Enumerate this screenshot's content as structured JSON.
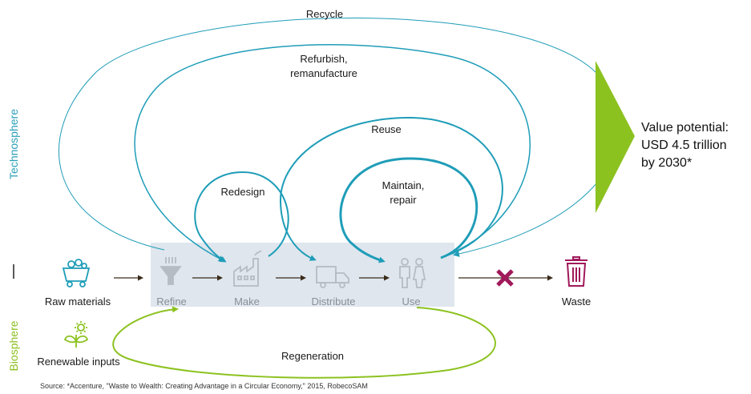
{
  "side_labels": {
    "technosphere": "Technosphere",
    "biosphere": "Biosphere"
  },
  "loops": {
    "recycle": "Recycle",
    "refurbish_1": "Refurbish,",
    "refurbish_2": "remanufacture",
    "reuse": "Reuse",
    "redesign": "Redesign",
    "maintain_1": "Maintain,",
    "maintain_2": "repair",
    "regeneration": "Regeneration"
  },
  "nodes": {
    "raw": "Raw materials",
    "refine": "Refine",
    "make": "Make",
    "distribute": "Distribute",
    "use": "Use",
    "waste": "Waste",
    "renewable": "Renewable inputs"
  },
  "value": {
    "line1": "Value potential:",
    "line2": "USD 4.5 trillion",
    "line3": "by 2030*"
  },
  "source": "Source: *Accenture, \"Waste to Wealth: Creating Advantage in a Circular Economy,\" 2015, RobecoSAM",
  "colors": {
    "teal": "#1f9db8",
    "green": "#8cc21f",
    "grey": "#b5bcc4",
    "box": "#dfe6ee",
    "cross": "#a0195a"
  }
}
